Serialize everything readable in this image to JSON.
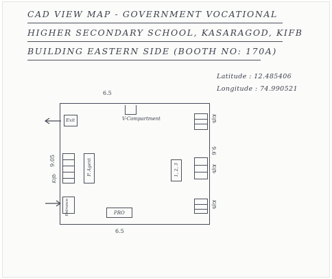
{
  "title": {
    "line1": "CAD VIEW MAP - GOVERNMENT VOCATIONAL",
    "line2": "HIGHER SECONDARY SCHOOL, KASARAGOD, KIFB",
    "line3": "BUILDING EASTERN SIDE (BOOTH NO: 170A)"
  },
  "coordinates": {
    "latitude": "Latitude : 12.485406",
    "longitude": "Longitude : 74.990521"
  },
  "dimensions": {
    "top": "6.5",
    "bottom": "6.5",
    "left": "9.05",
    "right": "9.6"
  },
  "plan_labels": {
    "exit": "Exit",
    "v_compartment": "V-Compartment",
    "ro_agent": "P. Agent",
    "booth_numbers": "1, 2, 3",
    "pro": "PRO",
    "entrance": "Entrance",
    "kifb_left": "Kifb",
    "kifb_right_top": "Kifb",
    "kifb_right_mid": "Kifb",
    "kifb_right_bottom": "Kifb"
  }
}
